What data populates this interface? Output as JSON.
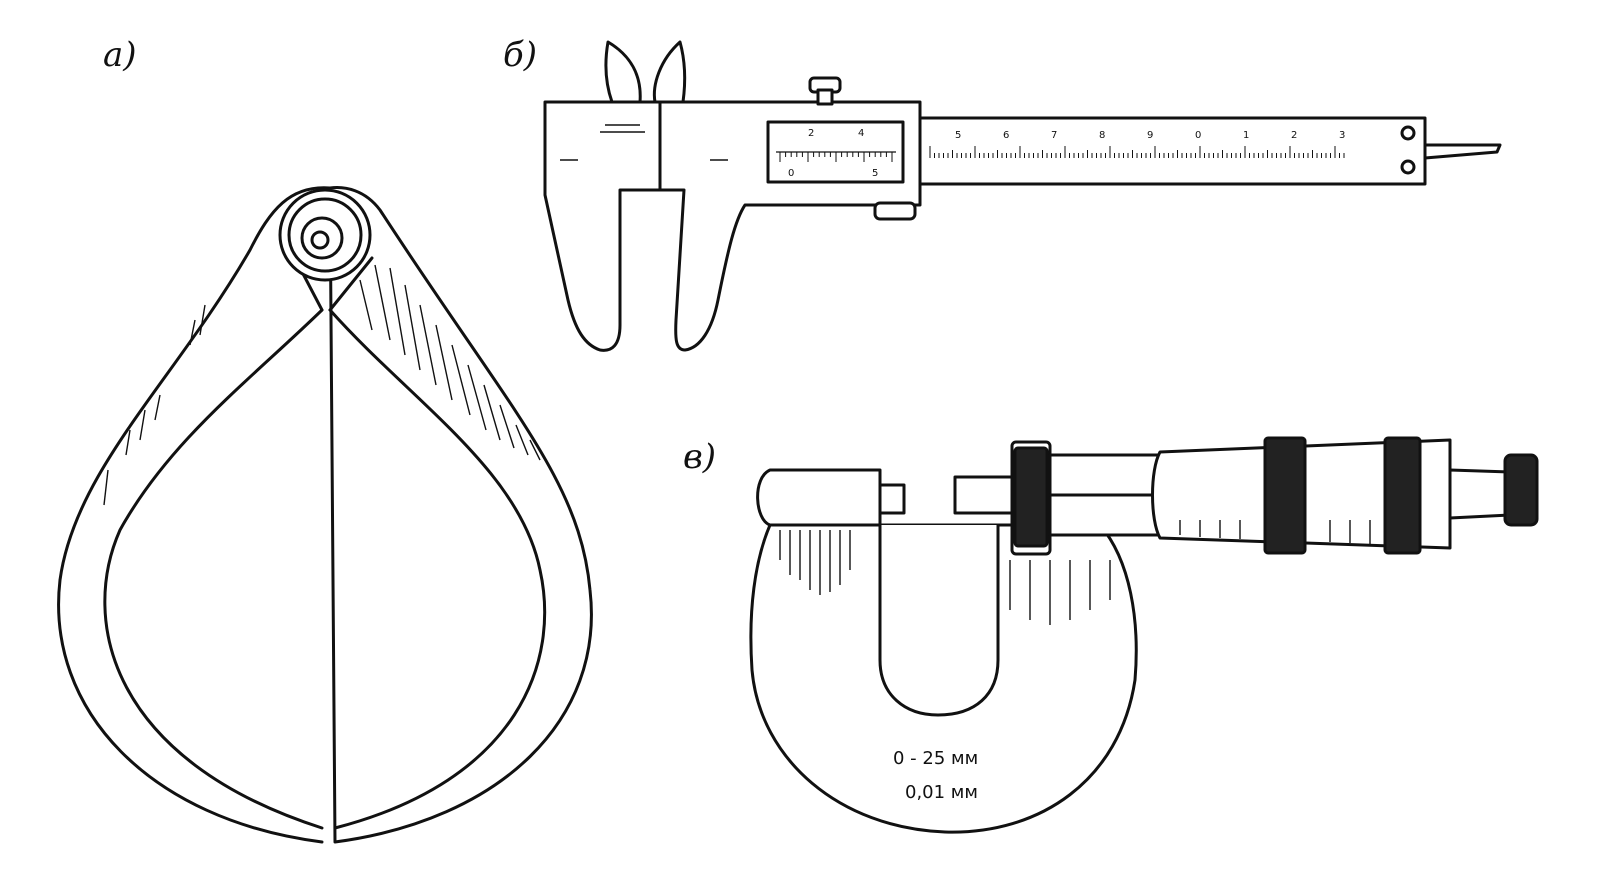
{
  "labels": {
    "a": "а)",
    "b": "б)",
    "v": "в)"
  },
  "caliper": {
    "main_scale_numbers": [
      "5",
      "6",
      "7",
      "8",
      "9",
      "0",
      "1",
      "2",
      "3"
    ],
    "vernier_numbers": [
      "2",
      "4",
      "0",
      "5"
    ]
  },
  "micrometer": {
    "range": "0 - 25 мм",
    "resolution": "0,01 мм"
  },
  "colors": {
    "ink": "#111111",
    "paper": "#ffffff"
  }
}
